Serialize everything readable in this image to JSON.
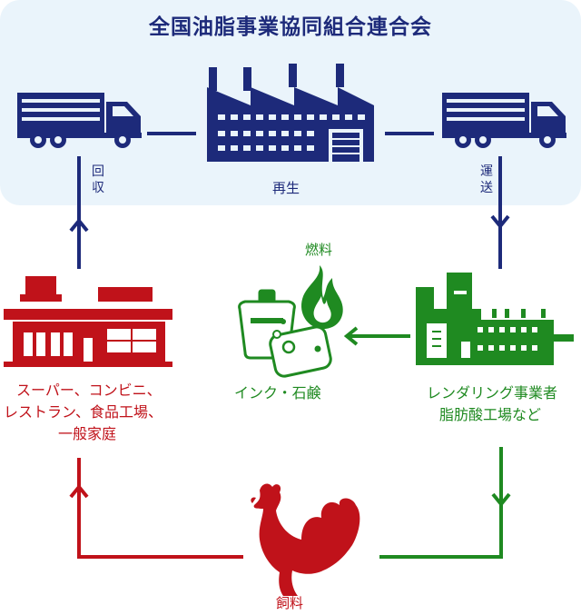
{
  "title": "全国油脂事業協同組合連合会",
  "labels": {
    "recycle": "再生",
    "collect": "回収",
    "transport": "運送",
    "fuel": "燃料",
    "ink_soap": "インク・石鹸",
    "feed": "飼料",
    "stores_line1": "スーパー、コンビニ、",
    "stores_line2": "レストラン、食品工場、",
    "stores_line3": "一般家庭",
    "rendering_line1": "レンダリング事業者",
    "rendering_line2": "脂肪酸工場など"
  },
  "colors": {
    "navy": "#1d2a7a",
    "red": "#c0121a",
    "green": "#1f8a21",
    "panel": "#eaf4fb"
  },
  "icons": [
    "truck-icon",
    "factory-icon",
    "store-icon",
    "rendering-plant-icon",
    "fire-icon",
    "ink-bottle-icon",
    "soap-icon",
    "rooster-icon"
  ]
}
